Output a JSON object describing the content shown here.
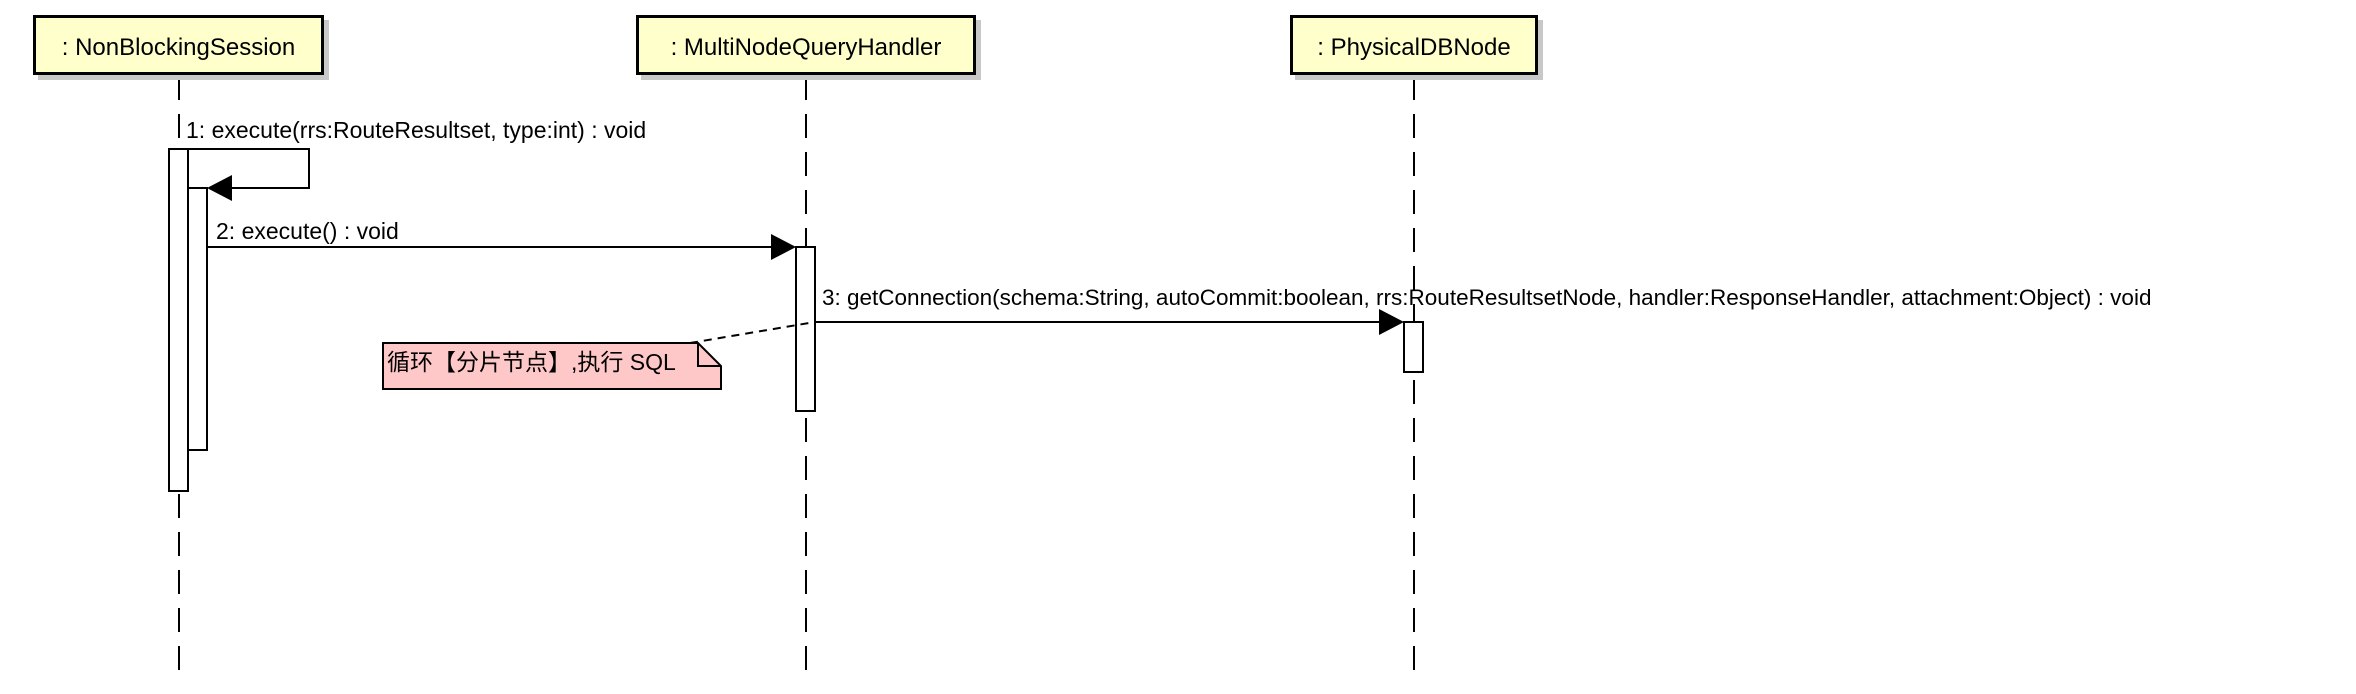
{
  "participants": [
    {
      "id": "session",
      "label": ": NonBlockingSession"
    },
    {
      "id": "handler",
      "label": ": MultiNodeQueryHandler"
    },
    {
      "id": "dbnode",
      "label": ": PhysicalDBNode"
    }
  ],
  "messages": [
    {
      "number": "1",
      "label": "1: execute(rrs:RouteResultset, type:int) : void"
    },
    {
      "number": "2",
      "label": "2: execute() : void"
    },
    {
      "number": "3",
      "label": "3: getConnection(schema:String, autoCommit:boolean, rrs:RouteResultsetNode, handler:ResponseHandler, attachment:Object) : void"
    }
  ],
  "note": {
    "text": "循环【分片节点】,执行 SQL"
  },
  "colors": {
    "participant_fill": "#ffffcc",
    "note_fill": "#ffc8c8",
    "line": "#000000"
  }
}
